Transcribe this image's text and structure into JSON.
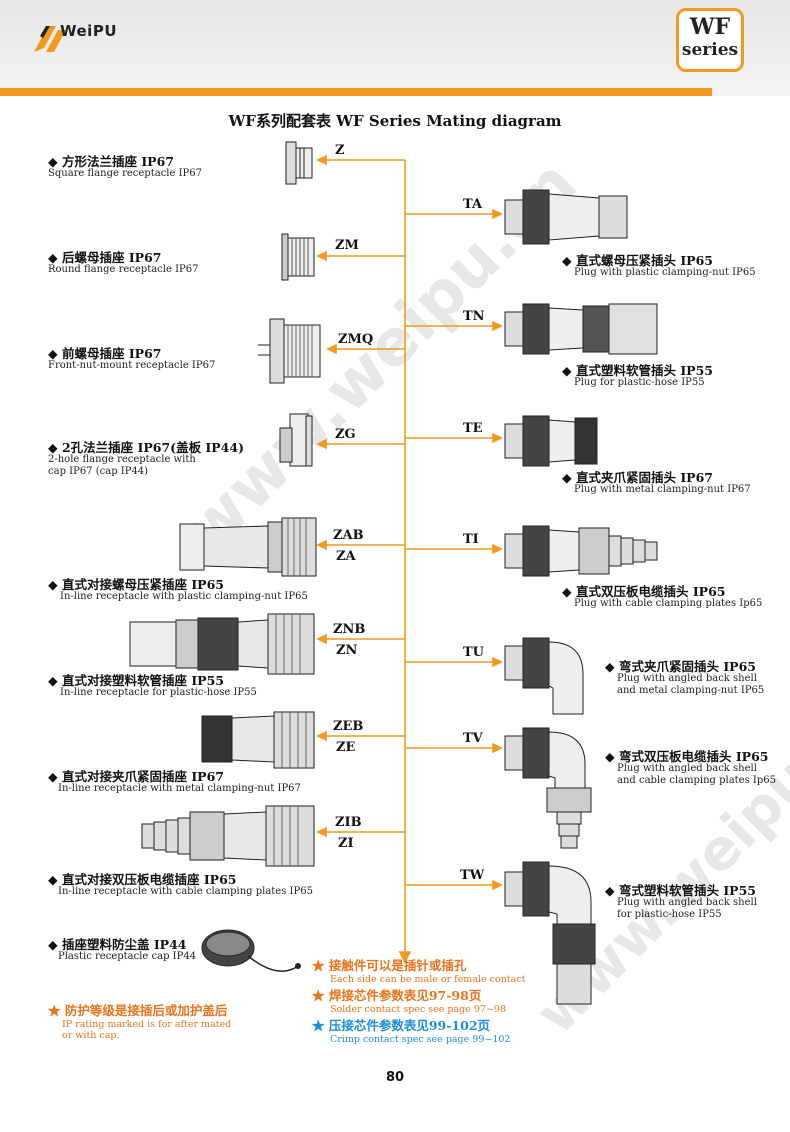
{
  "header": {
    "logo_text": "WeiPU",
    "series_box": {
      "line1": "WF",
      "line2": "series"
    },
    "accent_color": "#f39a1e"
  },
  "title": "WF系列配套表  WF  Series Mating diagram",
  "watermark": "www.weipu.cn",
  "left_items": [
    {
      "zh": "◆ 方形法兰插座  IP67",
      "en": "Square flange receptacle IP67"
    },
    {
      "zh": "◆ 后螺母插座  IP67",
      "en": "Round flange receptacle IP67"
    },
    {
      "zh": "◆ 前螺母插座  IP67",
      "en": "Front-nut-mount receptacle IP67"
    },
    {
      "zh": "◆ 2孔法兰插座  IP67(盖板  IP44)",
      "en": "2-hole flange receptacle with",
      "en2": "cap IP67 (cap IP44)"
    },
    {
      "zh": "◆  直式对接螺母压紧插座 IP65",
      "en": "In-line receptacle with plastic clamping-nut  IP65"
    },
    {
      "zh": "◆  直式对接塑料软管插座  IP55",
      "en": "In-line receptacle for plastic-hose IP55"
    },
    {
      "zh": "◆ 直式对接夹爪紧固插座  IP67",
      "en": "In-line receptacle with metal clamping-nut  IP67"
    },
    {
      "zh": "◆ 直式对接双压板电缆插座 IP65",
      "en": "In-line receptacle with cable clamping plates  IP65"
    },
    {
      "zh": "◆ 插座塑料防尘盖  IP44",
      "en": "Plastic receptacle cap IP44"
    }
  ],
  "left_codes": [
    "Z",
    "ZM",
    "ZMQ",
    "ZG",
    "ZAB",
    "ZA",
    "ZNB",
    "ZN",
    "ZEB",
    "ZE",
    "ZIB",
    "ZI"
  ],
  "right_codes": [
    "TA",
    "TN",
    "TE",
    "TI",
    "TU",
    "TV",
    "TW"
  ],
  "right_items": [
    {
      "zh": "◆  直式螺母压紧插头  IP65",
      "en": "Plug with plastic clamping-nut  IP65"
    },
    {
      "zh": "◆  直式塑料软管插头  IP55",
      "en": "Plug for plastic-hose  IP55"
    },
    {
      "zh": "◆  直式夹爪紧固插头  IP67",
      "en": "Plug with metal clamping-nut  IP67"
    },
    {
      "zh": "◆  直式双压板电缆插头  IP65",
      "en": "Plug with cable clamping plates  Ip65"
    },
    {
      "zh": "◆  弯式夹爪紧固插头 IP65",
      "en": "Plug with angled back shell",
      "en2": "and metal clamping-nut  IP65"
    },
    {
      "zh": "◆  弯式双压板电缆插头  IP65",
      "en": "Plug with angled back shell",
      "en2": "and cable clamping plates  Ip65"
    },
    {
      "zh": "◆  弯式塑料软管插头 IP55",
      "en": "Plug with angled back shell",
      "en2": "for plastic-hose IP55"
    }
  ],
  "notes": [
    {
      "zh": "★ 接触件可以是插针或插孔",
      "en": "Each side can be male or female contact",
      "color": "#e8741c"
    },
    {
      "zh": "★ 焊接芯件参数表见97-98页",
      "en": "Solder contact spec  see  page  97~98",
      "color": "#e8741c"
    },
    {
      "zh": "★ 压接芯件参数表见99-102页",
      "en": "Crimp contact spec  see  page  99~102",
      "color": "#1c8fd8"
    }
  ],
  "ip_note": {
    "zh": "★ 防护等级是接插后或加护盖后",
    "en": "IP rating marked is for after mated",
    "en2": "or with cap.",
    "color": "#e8741c"
  },
  "page_number": "80",
  "line_color": "#f39a1e"
}
